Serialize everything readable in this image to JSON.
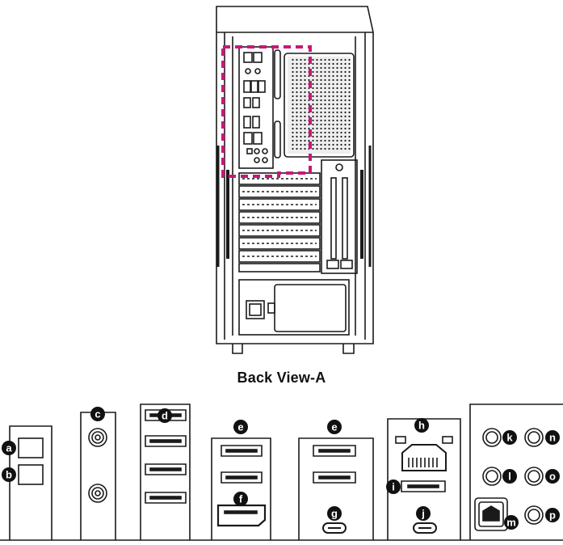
{
  "caption": "Back View-A",
  "colors": {
    "line": "#1a1a1a",
    "highlight": "#c8187a",
    "badge": "#111111",
    "badge_text": "#ffffff"
  },
  "labels": {
    "a": "a",
    "b": "b",
    "c": "c",
    "d": "d",
    "e1": "e",
    "e2": "e",
    "f": "f",
    "g": "g",
    "h": "h",
    "i": "i",
    "j": "j",
    "k": "k",
    "l": "l",
    "m": "m",
    "n": "n",
    "o": "o",
    "p": "p"
  }
}
